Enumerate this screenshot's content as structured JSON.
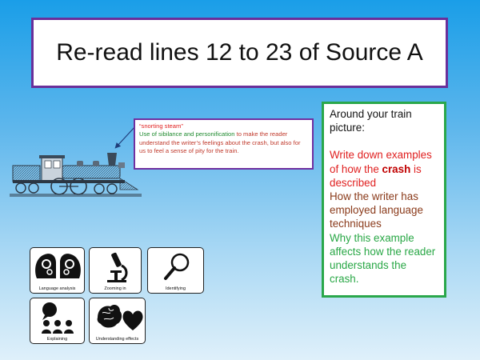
{
  "slide": {
    "title": "Re-read lines 12 to 23 of Source A"
  },
  "annotation": {
    "quote": "“snorting steam”",
    "part1": "Use of sibilance and personification ",
    "part2": "to make the reader understand the writer’s feelings about the crash, but also for us to feel a sense of pity for the train."
  },
  "task": {
    "intro": "Around your train picture:",
    "line1_pre": "Write down examples of how the ",
    "line1_bold": "crash",
    "line1_post": " is described",
    "line2": "How the writer has employed language techniques",
    "line3": "Why this example affects how the reader understands the crash."
  },
  "skills": [
    {
      "label": "Language analysis",
      "icon": "two-heads-gears-icon"
    },
    {
      "label": "Zooming in",
      "icon": "microscope-icon"
    },
    {
      "label": "Identifying",
      "icon": "magnifying-glass-icon"
    },
    {
      "label": "Explaining",
      "icon": "speaker-audience-icon"
    },
    {
      "label": "Understanding effects",
      "icon": "brain-heart-icon"
    }
  ],
  "colors": {
    "title_border": "#6a2f9a",
    "annotation_border": "#7030a0",
    "task_border": "#2aa74b",
    "quote_red": "#e02020",
    "green_text": "#1e8a2e",
    "brown_text": "#8a3a1a"
  }
}
